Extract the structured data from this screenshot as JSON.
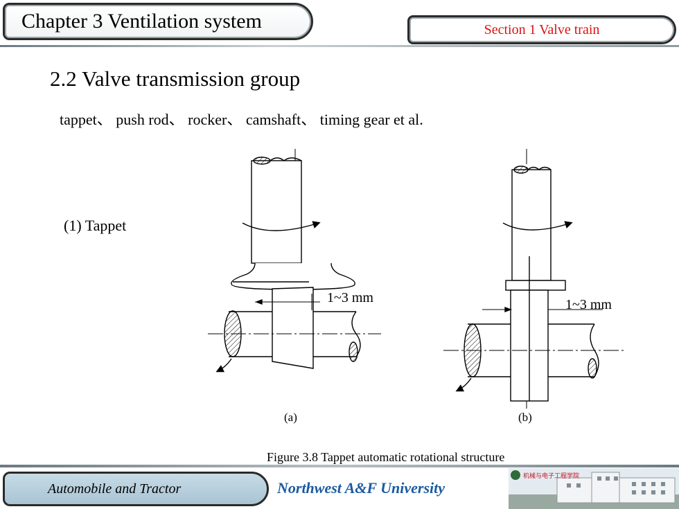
{
  "header": {
    "chapter_title": "Chapter 3 Ventilation system",
    "section_label": "Section 1   Valve  train"
  },
  "content": {
    "section_title": "2.2  Valve transmission group",
    "items_line": "tappet、 push rod、 rocker、 camshaft、 timing gear et al.",
    "tappet_label": "(1)  Tappet"
  },
  "figure": {
    "clearance_label_a": "1~3 mm",
    "clearance_label_b": "1~3 mm",
    "subfig_a": "(a)",
    "subfig_b": "(b)",
    "caption": "Figure 3.8   Tappet automatic rotational structure"
  },
  "footer": {
    "course": "Automobile and  Tractor",
    "university": "Northwest  A&F  University",
    "image_banner_text": "机械与电子工程学院"
  },
  "colors": {
    "accent_red": "#e01010",
    "footer_blue": "#1a5aa0",
    "footer_tab": "#b8cfdc"
  }
}
